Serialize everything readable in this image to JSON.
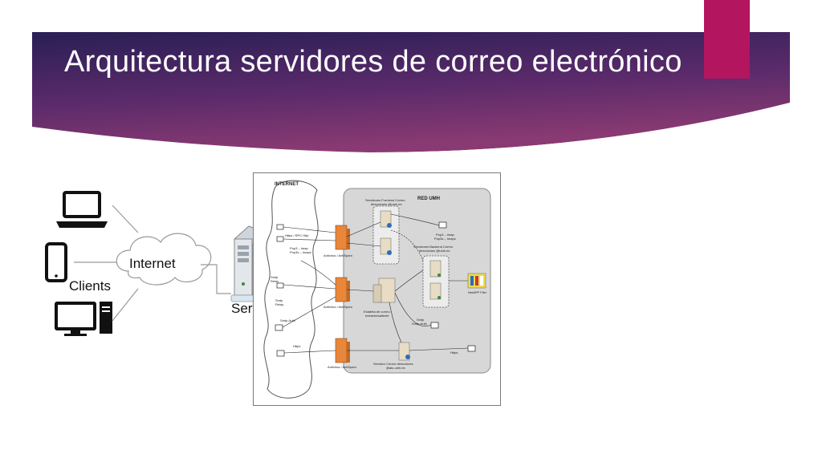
{
  "slide": {
    "title": "Arquitectura servidores de correo electrónico",
    "colors": {
      "banner_dark": "#2a1f55",
      "banner_mid": "#5a2a6a",
      "banner_light": "#8a3a72",
      "accent": "#b3155f"
    }
  },
  "left_diagram": {
    "cloud_label": "Internet",
    "clients_label": "Clients",
    "server_label": "Server",
    "icons": [
      "laptop-icon",
      "smartphone-icon",
      "desktop-icon",
      "server-tower-icon",
      "cloud-icon"
    ]
  },
  "right_diagram": {
    "internet_label": "INTERNET",
    "network_label": "RED UMH",
    "frontend_label_1": "Servidores Frontend Correo",
    "frontend_label_2": "direcciones @umh.es",
    "backend_label_1": "Servidores Backend Correo",
    "backend_label_2": "direcciones @umh.es",
    "netapp_label": "NetAPP Filer",
    "antispam_label": "Antivirus / AntiSpam",
    "staging_label_1": "Estafeta de correo",
    "staging_label_2": "entrante/saliente",
    "alu_label_1": "Servidor Correo direcciones",
    "alu_label_2": "@alu.umh.es",
    "conn_https_rpc": "Https / RPC Http",
    "conn_pop3_1": "Pop3 – Imap",
    "conn_pop3_2": "Pop3s – Imaps",
    "conn_pop3_right_1": "Pop3 – Imap",
    "conn_pop3_right_2": "Pop3s – Imaps",
    "conn_smtp_relay_1": "Smtp",
    "conn_smtp_relay_2": "Relay",
    "conn_smtp_relay2_1": "Smtp",
    "conn_smtp_relay2_2": "Relay",
    "conn_smtp_auth": "Smtp-Auth",
    "conn_smtp_auth_right_1": "Smtp",
    "conn_smtp_auth_right_2": "Smtp-Auth",
    "conn_https_left": "Https",
    "conn_https_right": "Https"
  }
}
